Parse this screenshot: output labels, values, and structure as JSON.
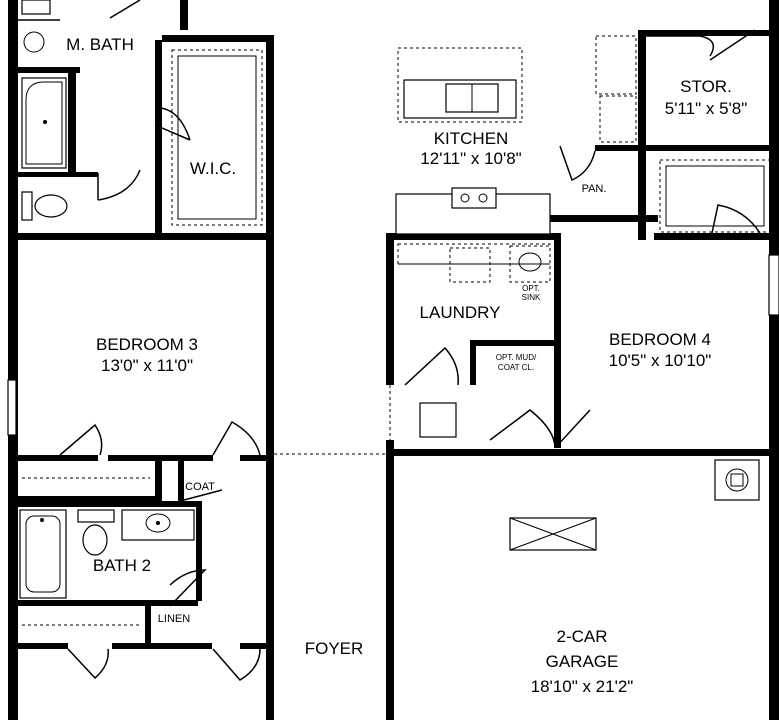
{
  "rooms": {
    "master_bath": {
      "name": "M. BATH"
    },
    "wic": {
      "name": "W.I.C."
    },
    "kitchen": {
      "name": "KITCHEN",
      "dims": "12'11\" x 10'8\""
    },
    "storage": {
      "name": "STOR.",
      "dims": "5'11\" x 5'8\""
    },
    "pantry": {
      "name": "PAN."
    },
    "bedroom3": {
      "name": "BEDROOM 3",
      "dims": "13'0\" x 11'0\""
    },
    "laundry": {
      "name": "LAUNDRY"
    },
    "opt_sink": {
      "line1": "OPT.",
      "line2": "SINK"
    },
    "opt_mud": {
      "line1": "OPT. MUD/",
      "line2": "COAT CL."
    },
    "bedroom4": {
      "name": "BEDROOM 4",
      "dims": "10'5\" x 10'10\""
    },
    "coat": {
      "name": "COAT"
    },
    "bath2": {
      "name": "BATH 2"
    },
    "linen": {
      "name": "LINEN"
    },
    "foyer": {
      "name": "FOYER"
    },
    "garage": {
      "line1": "2-CAR",
      "line2": "GARAGE",
      "dims": "18'10\" x 21'2\""
    }
  }
}
